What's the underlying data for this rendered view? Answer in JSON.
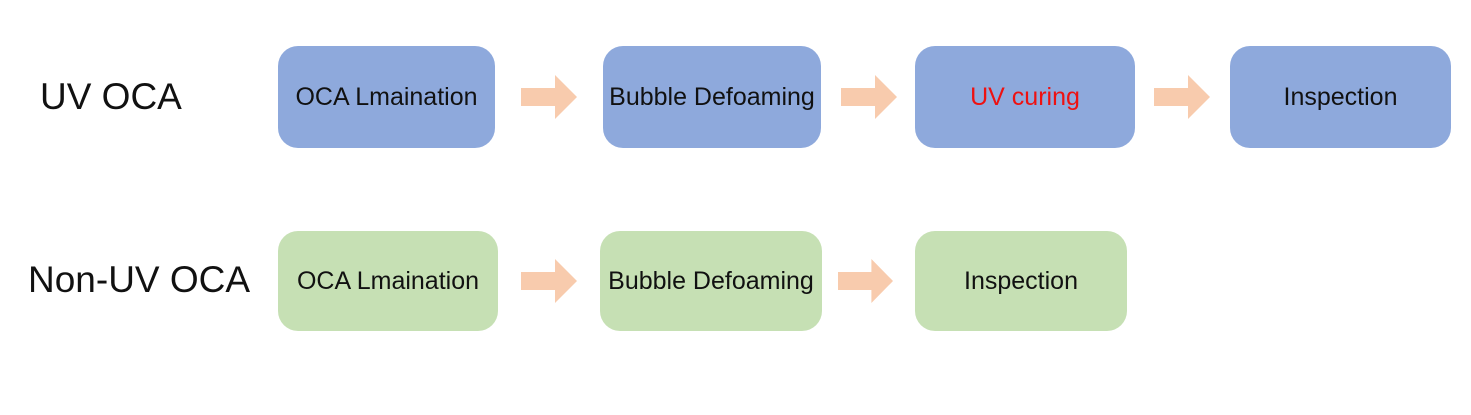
{
  "colors": {
    "blue": "#8ea9dc",
    "green": "#c6e0b4",
    "arrow": "#f8cbad",
    "red_text": "#ee1111",
    "text": "#111111",
    "bg": "#ffffff"
  },
  "diagram": {
    "type": "process-flow",
    "rows": [
      {
        "label": "UV OCA",
        "box_color_name": "blue",
        "steps": [
          {
            "label": "OCA Lmaination",
            "highlight": false
          },
          {
            "label": "Bubble Defoaming",
            "highlight": false
          },
          {
            "label": "UV curing",
            "highlight": true
          },
          {
            "label": "Inspection",
            "highlight": false
          }
        ]
      },
      {
        "label": "Non-UV OCA",
        "box_color_name": "green",
        "steps": [
          {
            "label": "OCA Lmaination",
            "highlight": false
          },
          {
            "label": "Bubble Defoaming",
            "highlight": false
          },
          {
            "label": "Inspection",
            "highlight": false
          }
        ]
      }
    ],
    "arrow_icon": "right-block-arrow"
  }
}
